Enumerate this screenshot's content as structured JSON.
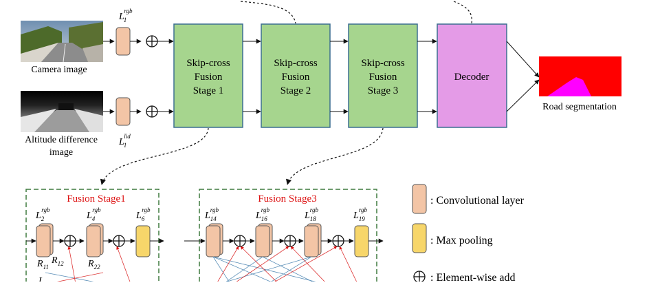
{
  "inputs": {
    "camera_caption": "Camera image",
    "altitude_caption_line1": "Altitude difference",
    "altitude_caption_line2": "image"
  },
  "entry_layers": {
    "rgb": {
      "base": "L",
      "sub": "1",
      "sup": "rgb"
    },
    "lid": {
      "base": "L",
      "sub": "1",
      "sup": "lid"
    }
  },
  "stages": [
    {
      "line1": "Skip-cross",
      "line2": "Fusion",
      "line3": "Stage 1"
    },
    {
      "line1": "Skip-cross",
      "line2": "Fusion",
      "line3": "Stage 2"
    },
    {
      "line1": "Skip-cross",
      "line2": "Fusion",
      "line3": "Stage 3"
    }
  ],
  "decoder_label": "Decoder",
  "output_caption": "Road segmentation",
  "detail_panels": [
    {
      "title": "Fusion Stage1",
      "layers": [
        {
          "base": "L",
          "sub": "2",
          "sup": "rgb"
        },
        {
          "base": "L",
          "sub": "4",
          "sup": "rgb"
        },
        {
          "base": "L",
          "sub": "6",
          "sup": "rgb"
        }
      ],
      "r_labels": [
        {
          "base": "R",
          "sub": "11"
        },
        {
          "base": "R",
          "sub": "12"
        },
        {
          "base": "R",
          "sub": "22"
        }
      ],
      "partial_label": "L"
    },
    {
      "title": "Fusion Stage3",
      "layers": [
        {
          "base": "L",
          "sub": "14",
          "sup": "rgb"
        },
        {
          "base": "L",
          "sub": "16",
          "sup": "rgb"
        },
        {
          "base": "L",
          "sub": "18",
          "sup": "rgb"
        },
        {
          "base": "L",
          "sub": "19",
          "sup": "rgb"
        }
      ]
    }
  ],
  "legend": {
    "conv": ": Convolutional layer",
    "pool": ": Max pooling",
    "add": ": Element-wise add"
  },
  "colors": {
    "stage_fill": "#a6d58e",
    "decoder_fill": "#e49be7",
    "conv_fill": "#f3c5a6",
    "pool_fill": "#f7d66a",
    "panel_title": "#dd1111",
    "segmentation_background": "#ff0000",
    "segmentation_road": "#ff00ff"
  }
}
